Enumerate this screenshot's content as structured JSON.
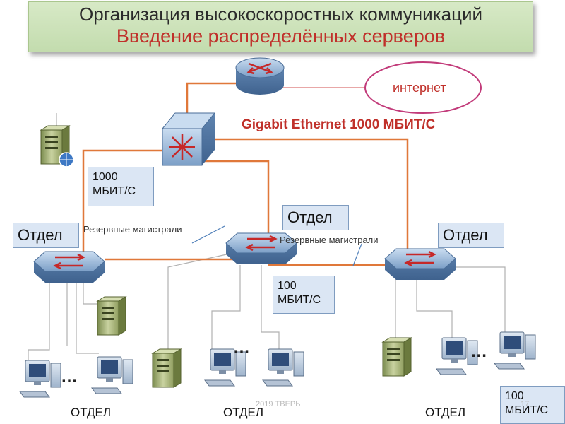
{
  "header": {
    "title": "Организация высокоскоростных коммуникаций",
    "subtitle": "Введение распределённых серверов"
  },
  "labels": {
    "internet": "интернет",
    "gigabit": "Gigabit Ethernet   1000 МБИТ/С",
    "speed_top": [
      "1000",
      "МБИТ/С"
    ],
    "speed_mid": [
      "100",
      "МБИТ/С"
    ],
    "speed_bottom": [
      "100",
      "МБИТ/С"
    ],
    "backup_left": "Резервные магистрали",
    "backup_right": "Резервные магистрали",
    "dept_left": "Отдел",
    "dept_center": "Отдел",
    "dept_right": "Отдел",
    "bottom_left": "ОТДЕЛ",
    "bottom_center": "ОТДЕЛ",
    "bottom_right": "ОТДЕЛ",
    "dots": "…"
  },
  "footer": {
    "city": "2019 ТВЕРЬ",
    "page": "17"
  },
  "colors": {
    "title_red": "#c0302a",
    "title_bg": "#c9e0b4",
    "backbone": "#e0783a",
    "box_bg": "#dbe6f4",
    "switch_blue": "#8fb1d6"
  },
  "icons": [
    "router-icon",
    "core-switch-icon",
    "switch-icon",
    "server-icon",
    "web-server-icon",
    "workstation-icon"
  ]
}
